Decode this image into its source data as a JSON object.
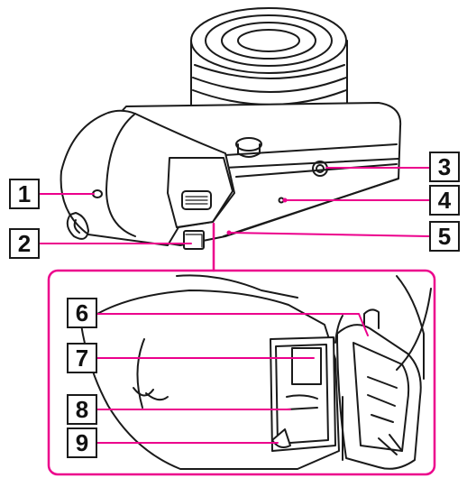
{
  "colors": {
    "line": "#1a1a1a",
    "callout_line": "#ec008c",
    "inset_frame": "#ec008c"
  },
  "callouts": [
    {
      "id": "1",
      "label": "1"
    },
    {
      "id": "2",
      "label": "2"
    },
    {
      "id": "3",
      "label": "3"
    },
    {
      "id": "4",
      "label": "4"
    },
    {
      "id": "5",
      "label": "5"
    },
    {
      "id": "6",
      "label": "6"
    },
    {
      "id": "7",
      "label": "7"
    },
    {
      "id": "8",
      "label": "8"
    },
    {
      "id": "9",
      "label": "9"
    }
  ]
}
